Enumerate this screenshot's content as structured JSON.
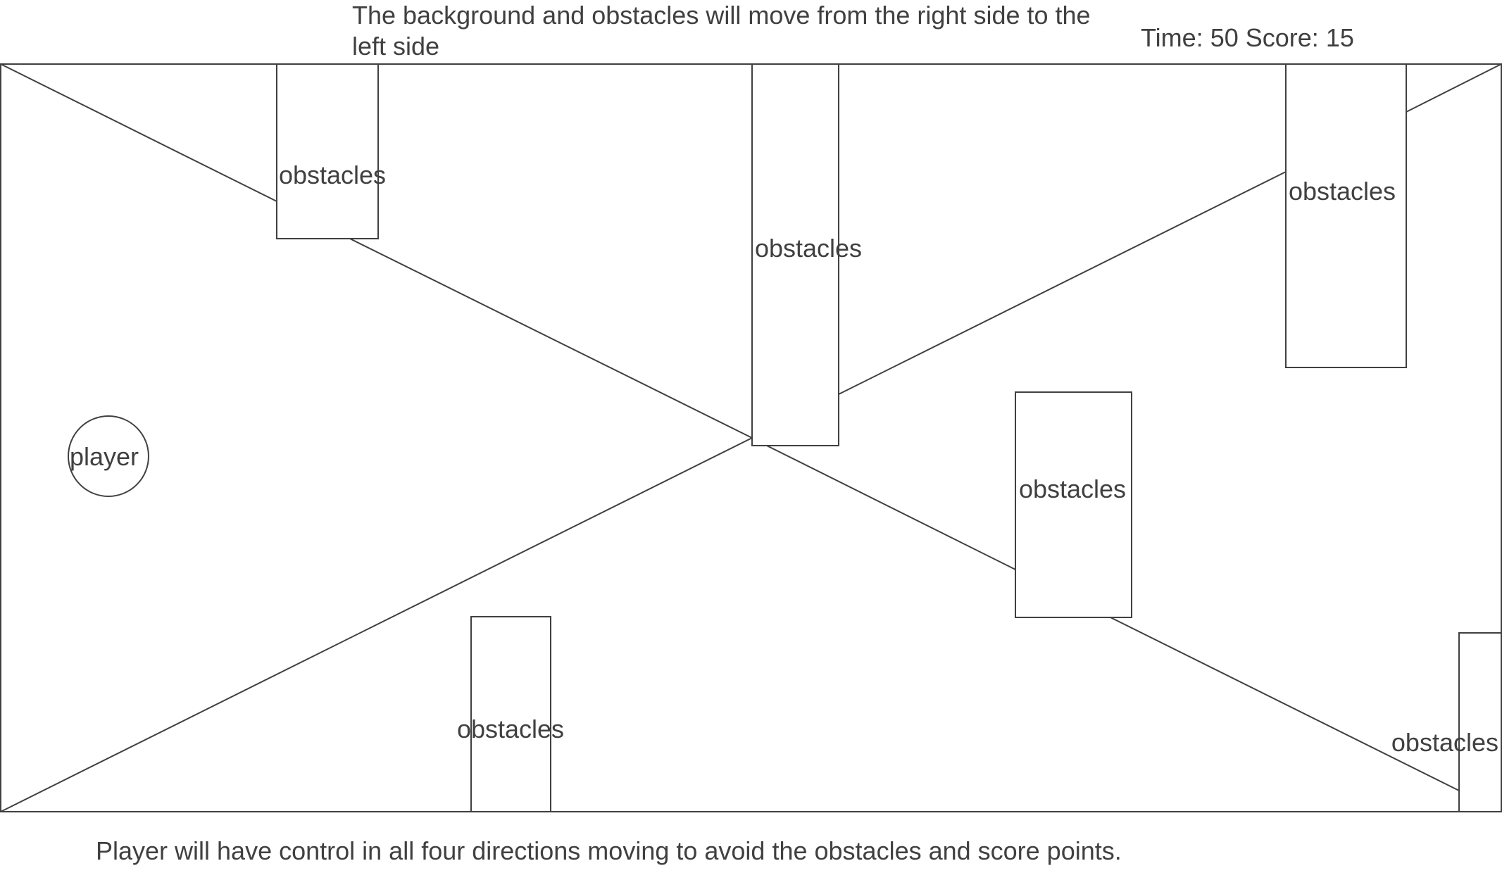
{
  "notes": {
    "top": "The background and obstacles will move from the right side to the left side",
    "bottom": "Player will have control in all four directions moving to avoid the obstacles and score points."
  },
  "hud": {
    "time_label": "Time:",
    "time_value": 50,
    "score_label": "Score:",
    "score_value": 15
  },
  "player": {
    "label": "player"
  },
  "obstacles": [
    {
      "label": "obstacles"
    },
    {
      "label": "obstacles"
    },
    {
      "label": "obstacles"
    },
    {
      "label": "obstacles"
    },
    {
      "label": "obstacles"
    },
    {
      "label": "obstacles"
    }
  ],
  "colors": {
    "stroke": "#404040",
    "text": "#404040",
    "background": "#ffffff"
  }
}
